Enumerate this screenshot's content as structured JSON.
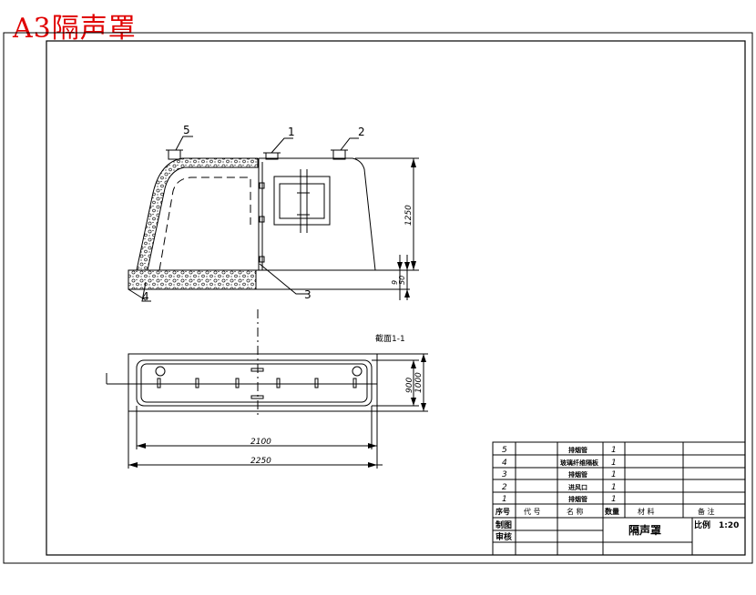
{
  "sheet": {
    "title": "A3隔声罩",
    "title_color": "#e00000"
  },
  "labels": {
    "part_1": "1",
    "part_2": "2",
    "part_3": "3",
    "part_4": "4",
    "part_5": "5",
    "section": "截面1-1"
  },
  "dimensions": {
    "height": "1250",
    "small_1": "9",
    "small_2": "50",
    "width_inner": "2100",
    "width_outer": "2250",
    "depth_inner": "900",
    "depth_outer": "1000"
  },
  "bom": {
    "rows": [
      {
        "no": "5",
        "name": "排烟管",
        "qty": "1"
      },
      {
        "no": "4",
        "name": "玻璃纤维隔板",
        "qty": "1"
      },
      {
        "no": "3",
        "name": "排烟管",
        "qty": "1"
      },
      {
        "no": "2",
        "name": "进风口",
        "qty": "1"
      },
      {
        "no": "1",
        "name": "排烟管",
        "qty": "1"
      }
    ],
    "header": {
      "no": "序号",
      "code": "代  号",
      "name": "名  称",
      "qty": "数量",
      "material": "材  料",
      "remark": "备  注"
    }
  },
  "title_block": {
    "drawn_label": "制图",
    "checked_label": "审核",
    "drawing_name": "隔声罩",
    "scale_label": "比例",
    "scale_value": "1:20"
  }
}
